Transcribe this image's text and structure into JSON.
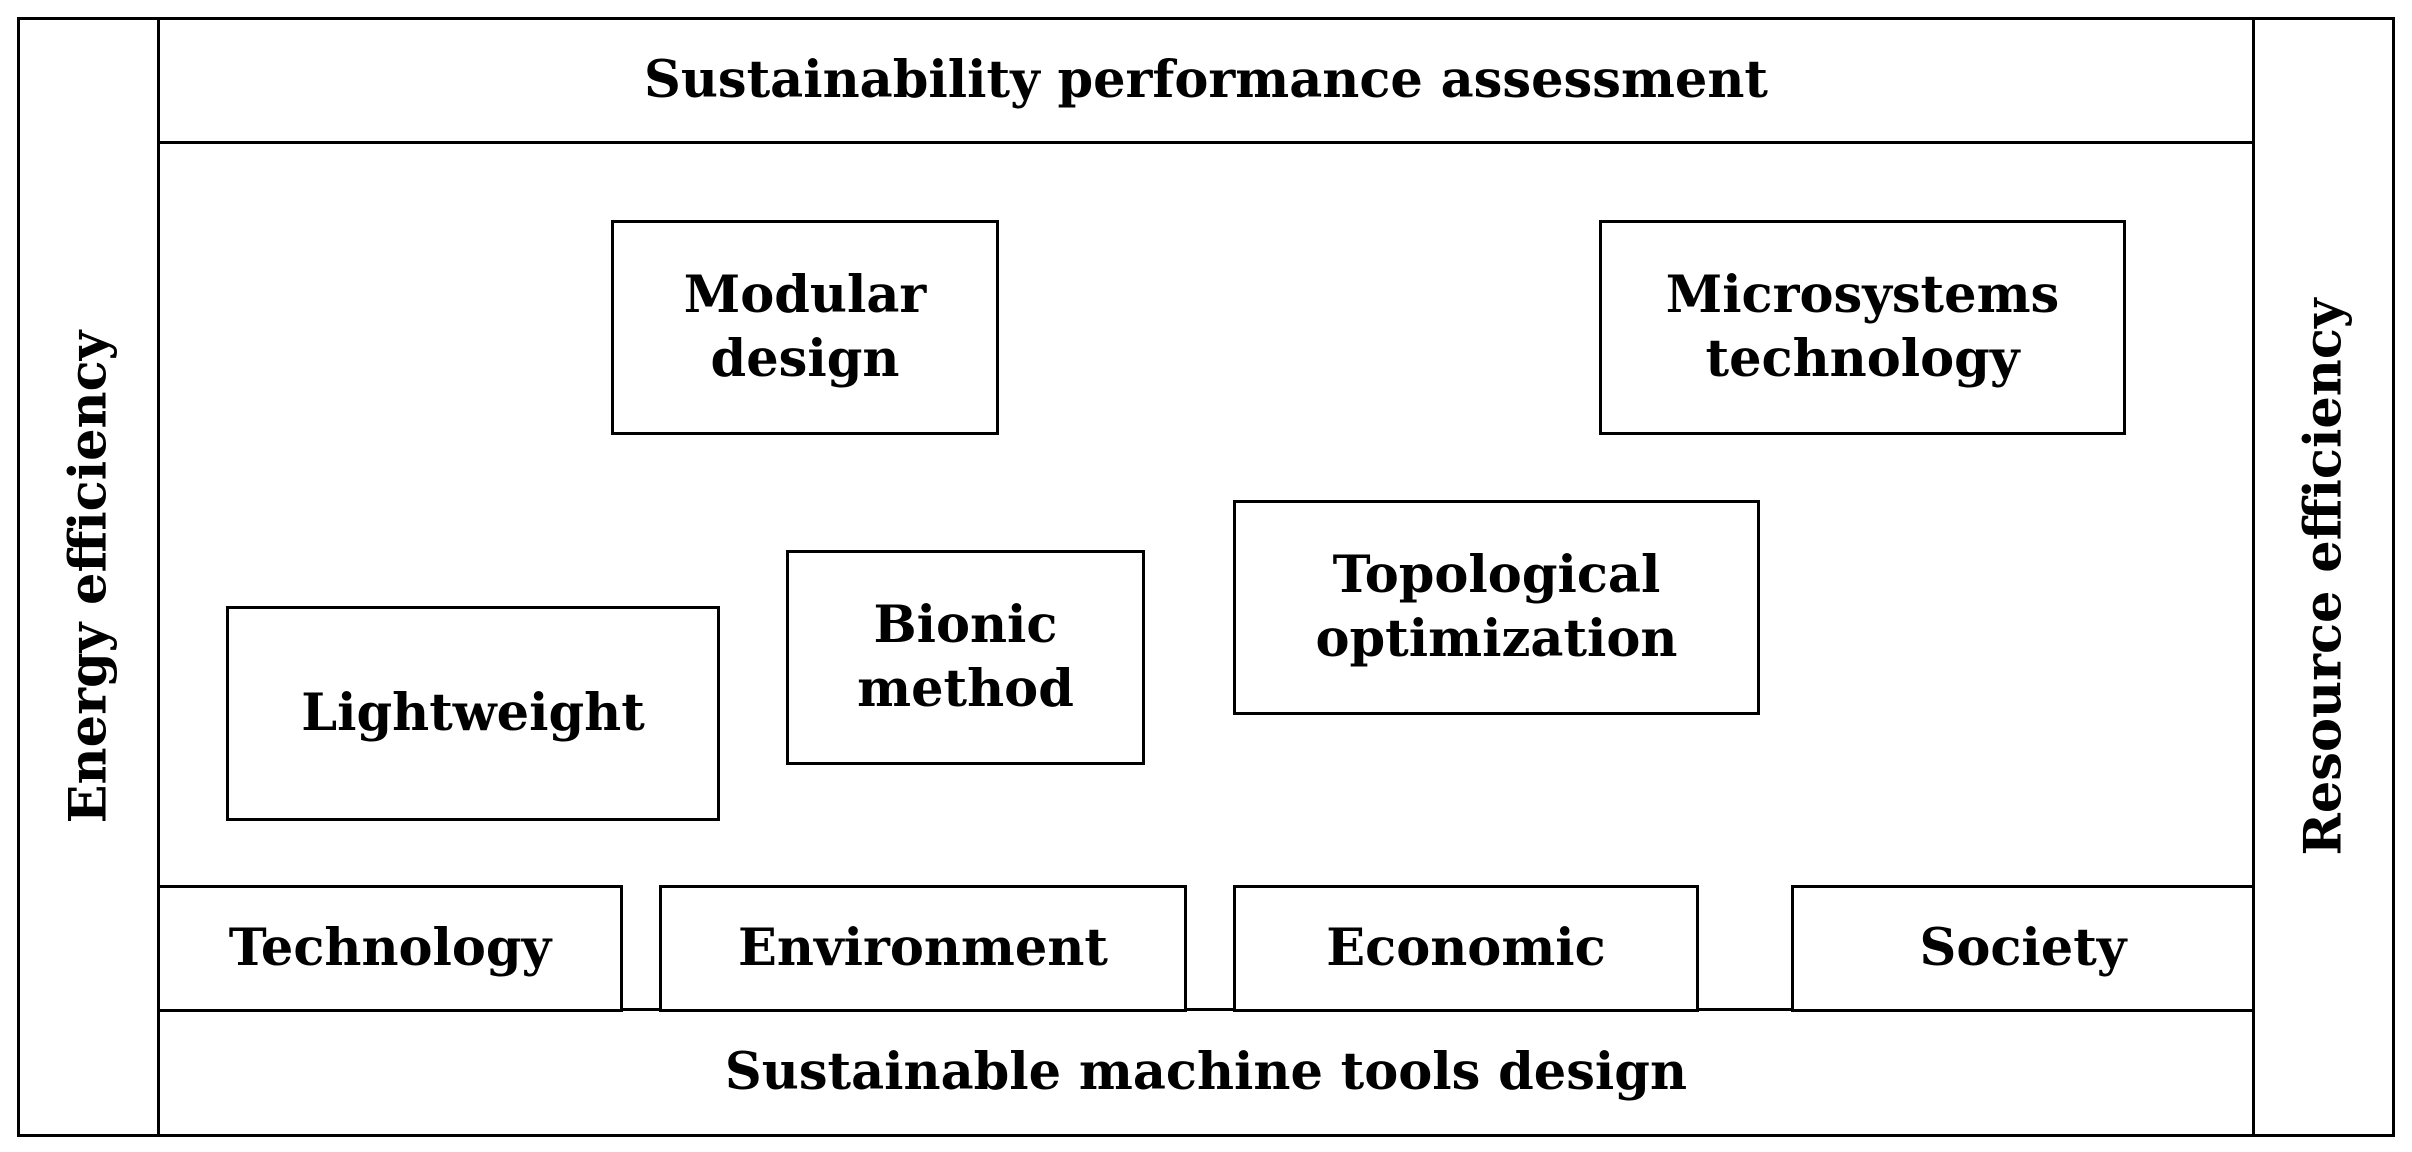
{
  "diagram": {
    "top_label": "Sustainability performance assessment",
    "bottom_label": "Sustainable machine tools design",
    "left_label": "Energy efficiency",
    "right_label": "Resource efficiency",
    "methods": [
      {
        "id": "modular",
        "lines": [
          "Modular",
          "design"
        ]
      },
      {
        "id": "microsystems",
        "lines": [
          "Microsystems",
          "technology"
        ]
      },
      {
        "id": "topological",
        "lines": [
          "Topological",
          "optimization"
        ]
      },
      {
        "id": "bionic",
        "lines": [
          "Bionic",
          "method"
        ]
      },
      {
        "id": "lightweight",
        "lines": [
          "Lightweight"
        ]
      }
    ],
    "pillars": [
      "Technology",
      "Environment",
      "Economic",
      "Society"
    ]
  }
}
